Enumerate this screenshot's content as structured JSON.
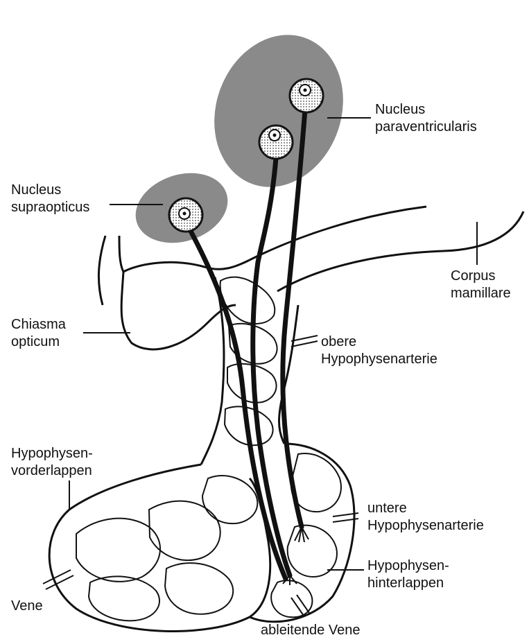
{
  "labels": {
    "nucleus_paraventricularis": [
      "Nucleus",
      "paraventricularis"
    ],
    "nucleus_supraopticus": [
      "Nucleus",
      "supraopticus"
    ],
    "corpus_mamillare": [
      "Corpus",
      "mamillare"
    ],
    "chiasma_opticum": [
      "Chiasma",
      "opticum"
    ],
    "obere_hypophysenarterie": [
      "obere",
      "Hypophysenarterie"
    ],
    "hypophysenvorderlappen": [
      "Hypophysen-",
      "vorderlappen"
    ],
    "untere_hypophysenarterie": [
      "untere",
      "Hypophysenarterie"
    ],
    "hypophysenhinterlappen": [
      "Hypophysen-",
      "hinterlappen"
    ],
    "vene": "Vene",
    "ableitende_vene": "ableitende Vene"
  },
  "colors": {
    "ink": "#111111",
    "nucleus_fill": "#8a8a8a",
    "background": "#ffffff"
  }
}
